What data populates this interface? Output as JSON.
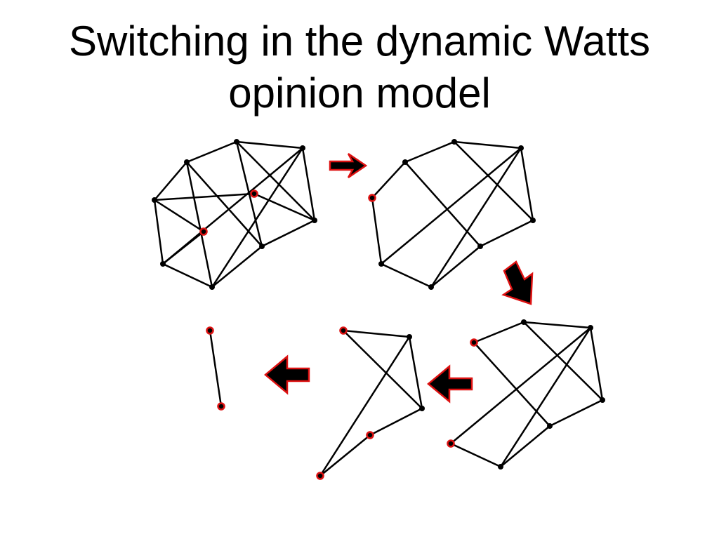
{
  "slide": {
    "title_line_1": "Switching in the dynamic Watts",
    "title_line_2": "opinion model"
  },
  "colors": {
    "edge": "#000000",
    "node": "#000000",
    "switched_node_outline": "#dd1111",
    "arrow_fill": "#000000",
    "arrow_outline": "#dd1111",
    "background": "#ffffff"
  },
  "diagram": {
    "stages": [
      {
        "name": "stage-1-network",
        "switched_nodes": 2
      },
      {
        "name": "stage-2-network",
        "switched_nodes": 1
      },
      {
        "name": "stage-3-network",
        "switched_nodes": 2
      },
      {
        "name": "stage-4-network",
        "switched_nodes": 3
      },
      {
        "name": "stage-5-network",
        "switched_nodes": 2
      }
    ],
    "arrows": [
      {
        "name": "arrow-right",
        "direction": "right"
      },
      {
        "name": "arrow-down-right",
        "direction": "down-right"
      },
      {
        "name": "arrow-left-1",
        "direction": "left"
      },
      {
        "name": "arrow-left-2",
        "direction": "left"
      }
    ]
  }
}
